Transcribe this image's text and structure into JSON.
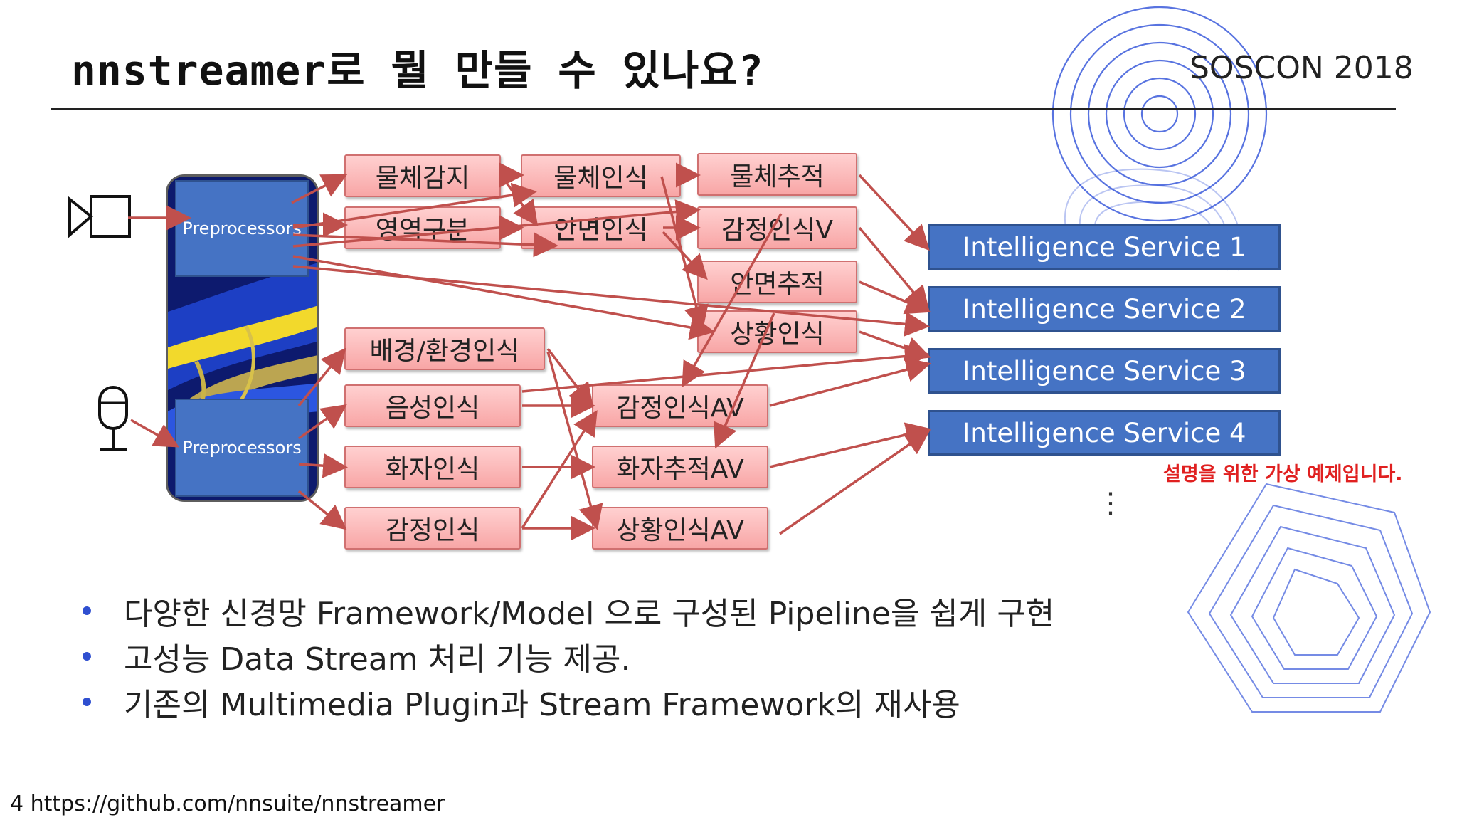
{
  "slide": {
    "title": "nnstreamer로 뭘 만들 수 있나요?",
    "conference": "SOSCON 2018",
    "page_number": "4",
    "footer_url": "https://github.com/nnsuite/nnstreamer",
    "note": "설명을 위한 가상 예제입니다.",
    "ellipsis": "⋮"
  },
  "diagram": {
    "preprocessor_top": "Preprocessors",
    "preprocessor_bottom": "Preprocessors",
    "inputs": [
      "camera-icon",
      "microphone-icon"
    ],
    "nodes": {
      "obj_detect": "물체감지",
      "region": "영역구분",
      "obj_recog": "물체인식",
      "face_recog": "안면인식",
      "obj_track": "물체추적",
      "emotion_v": "감정인식V",
      "face_track": "안면추적",
      "situation": "상황인식",
      "background": "배경/환경인식",
      "voice": "음성인식",
      "speaker": "화자인식",
      "emotion": "감정인식",
      "emotion_av": "감정인식AV",
      "speaker_av": "화자추적AV",
      "situation_av": "상황인식AV"
    },
    "services": [
      "Intelligence Service 1",
      "Intelligence Service 2",
      "Intelligence Service 3",
      "Intelligence Service 4"
    ],
    "colors": {
      "node_fill": "#f8a6a6",
      "node_border": "#d07070",
      "arrow": "#c0504d",
      "service": "#4573c4",
      "note": "#e02020"
    }
  },
  "bullets": [
    "다양한 신경망 Framework/Model 으로 구성된 Pipeline을 쉽게 구현",
    "고성능 Data Stream 처리 기능 제공.",
    "기존의 Multimedia Plugin과 Stream Framework의 재사용"
  ]
}
